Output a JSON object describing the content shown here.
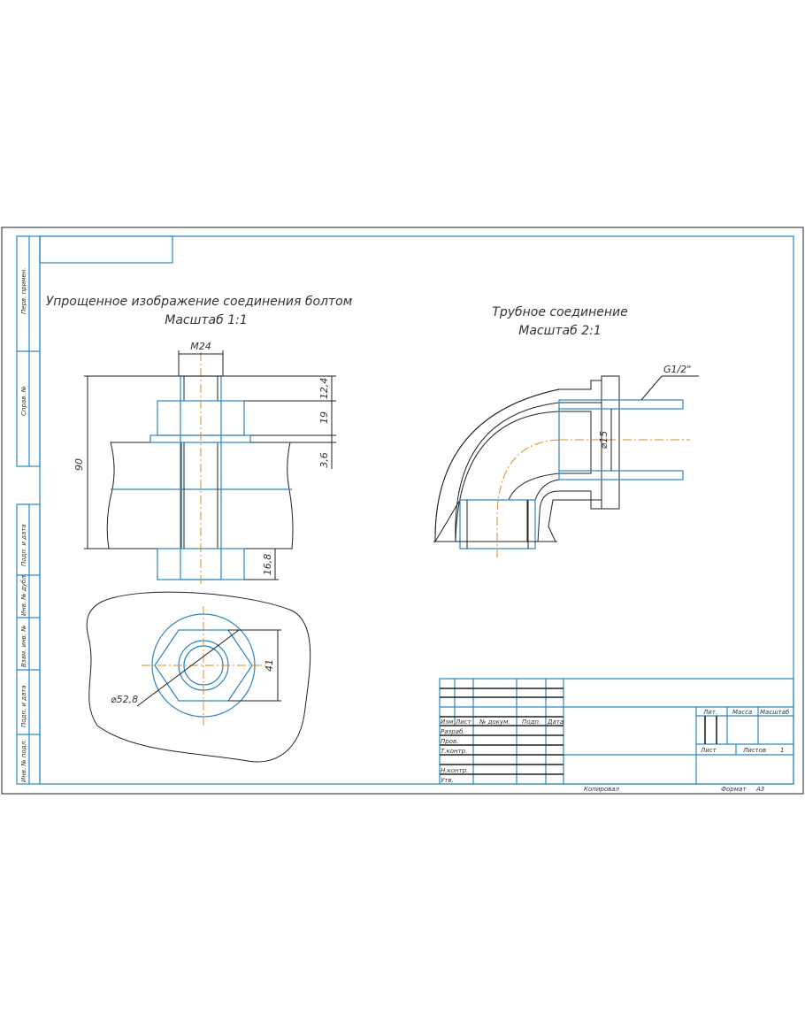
{
  "side_strip": [
    "Перв. примен.",
    "Справ. №",
    "Подп. и дата",
    "Инв. № дубл.",
    "Взам. инв. №",
    "Подп. и дата",
    "Инв. № подл."
  ],
  "bolt_view": {
    "title": "Упрощенное изображение соединения болтом",
    "scale": "Масштаб 1:1",
    "dims": {
      "thread": "M24",
      "total": "90",
      "end": "12,4",
      "nut": "19",
      "washer": "3,6",
      "bottom_nut": "16,8"
    }
  },
  "top_view": {
    "dims": {
      "diameter": "⌀52,8",
      "across_flats": "41"
    }
  },
  "pipe_view": {
    "title": "Трубное соединение",
    "scale": "Масштаб 2:1",
    "dims": {
      "thread": "G1/2\"",
      "diameter": "⌀15"
    }
  },
  "title_block": {
    "headers": [
      "Изм",
      "Лист",
      "№ докум.",
      "Подп.",
      "Дата"
    ],
    "roles": [
      "Разраб.",
      "Пров.",
      "Т.контр.",
      "",
      "Н.контр.",
      "Утв."
    ],
    "lit": "Лит.",
    "mass": "Масса",
    "scale": "Масштаб",
    "sheet": "Лист",
    "sheets": "Листов",
    "sheets_count": "1",
    "copied": "Копировал",
    "format": "Формат",
    "format_value": "A3"
  },
  "colors": {
    "line": "#2a86c0",
    "axis": "#e08a1e",
    "ink": "#222222"
  }
}
